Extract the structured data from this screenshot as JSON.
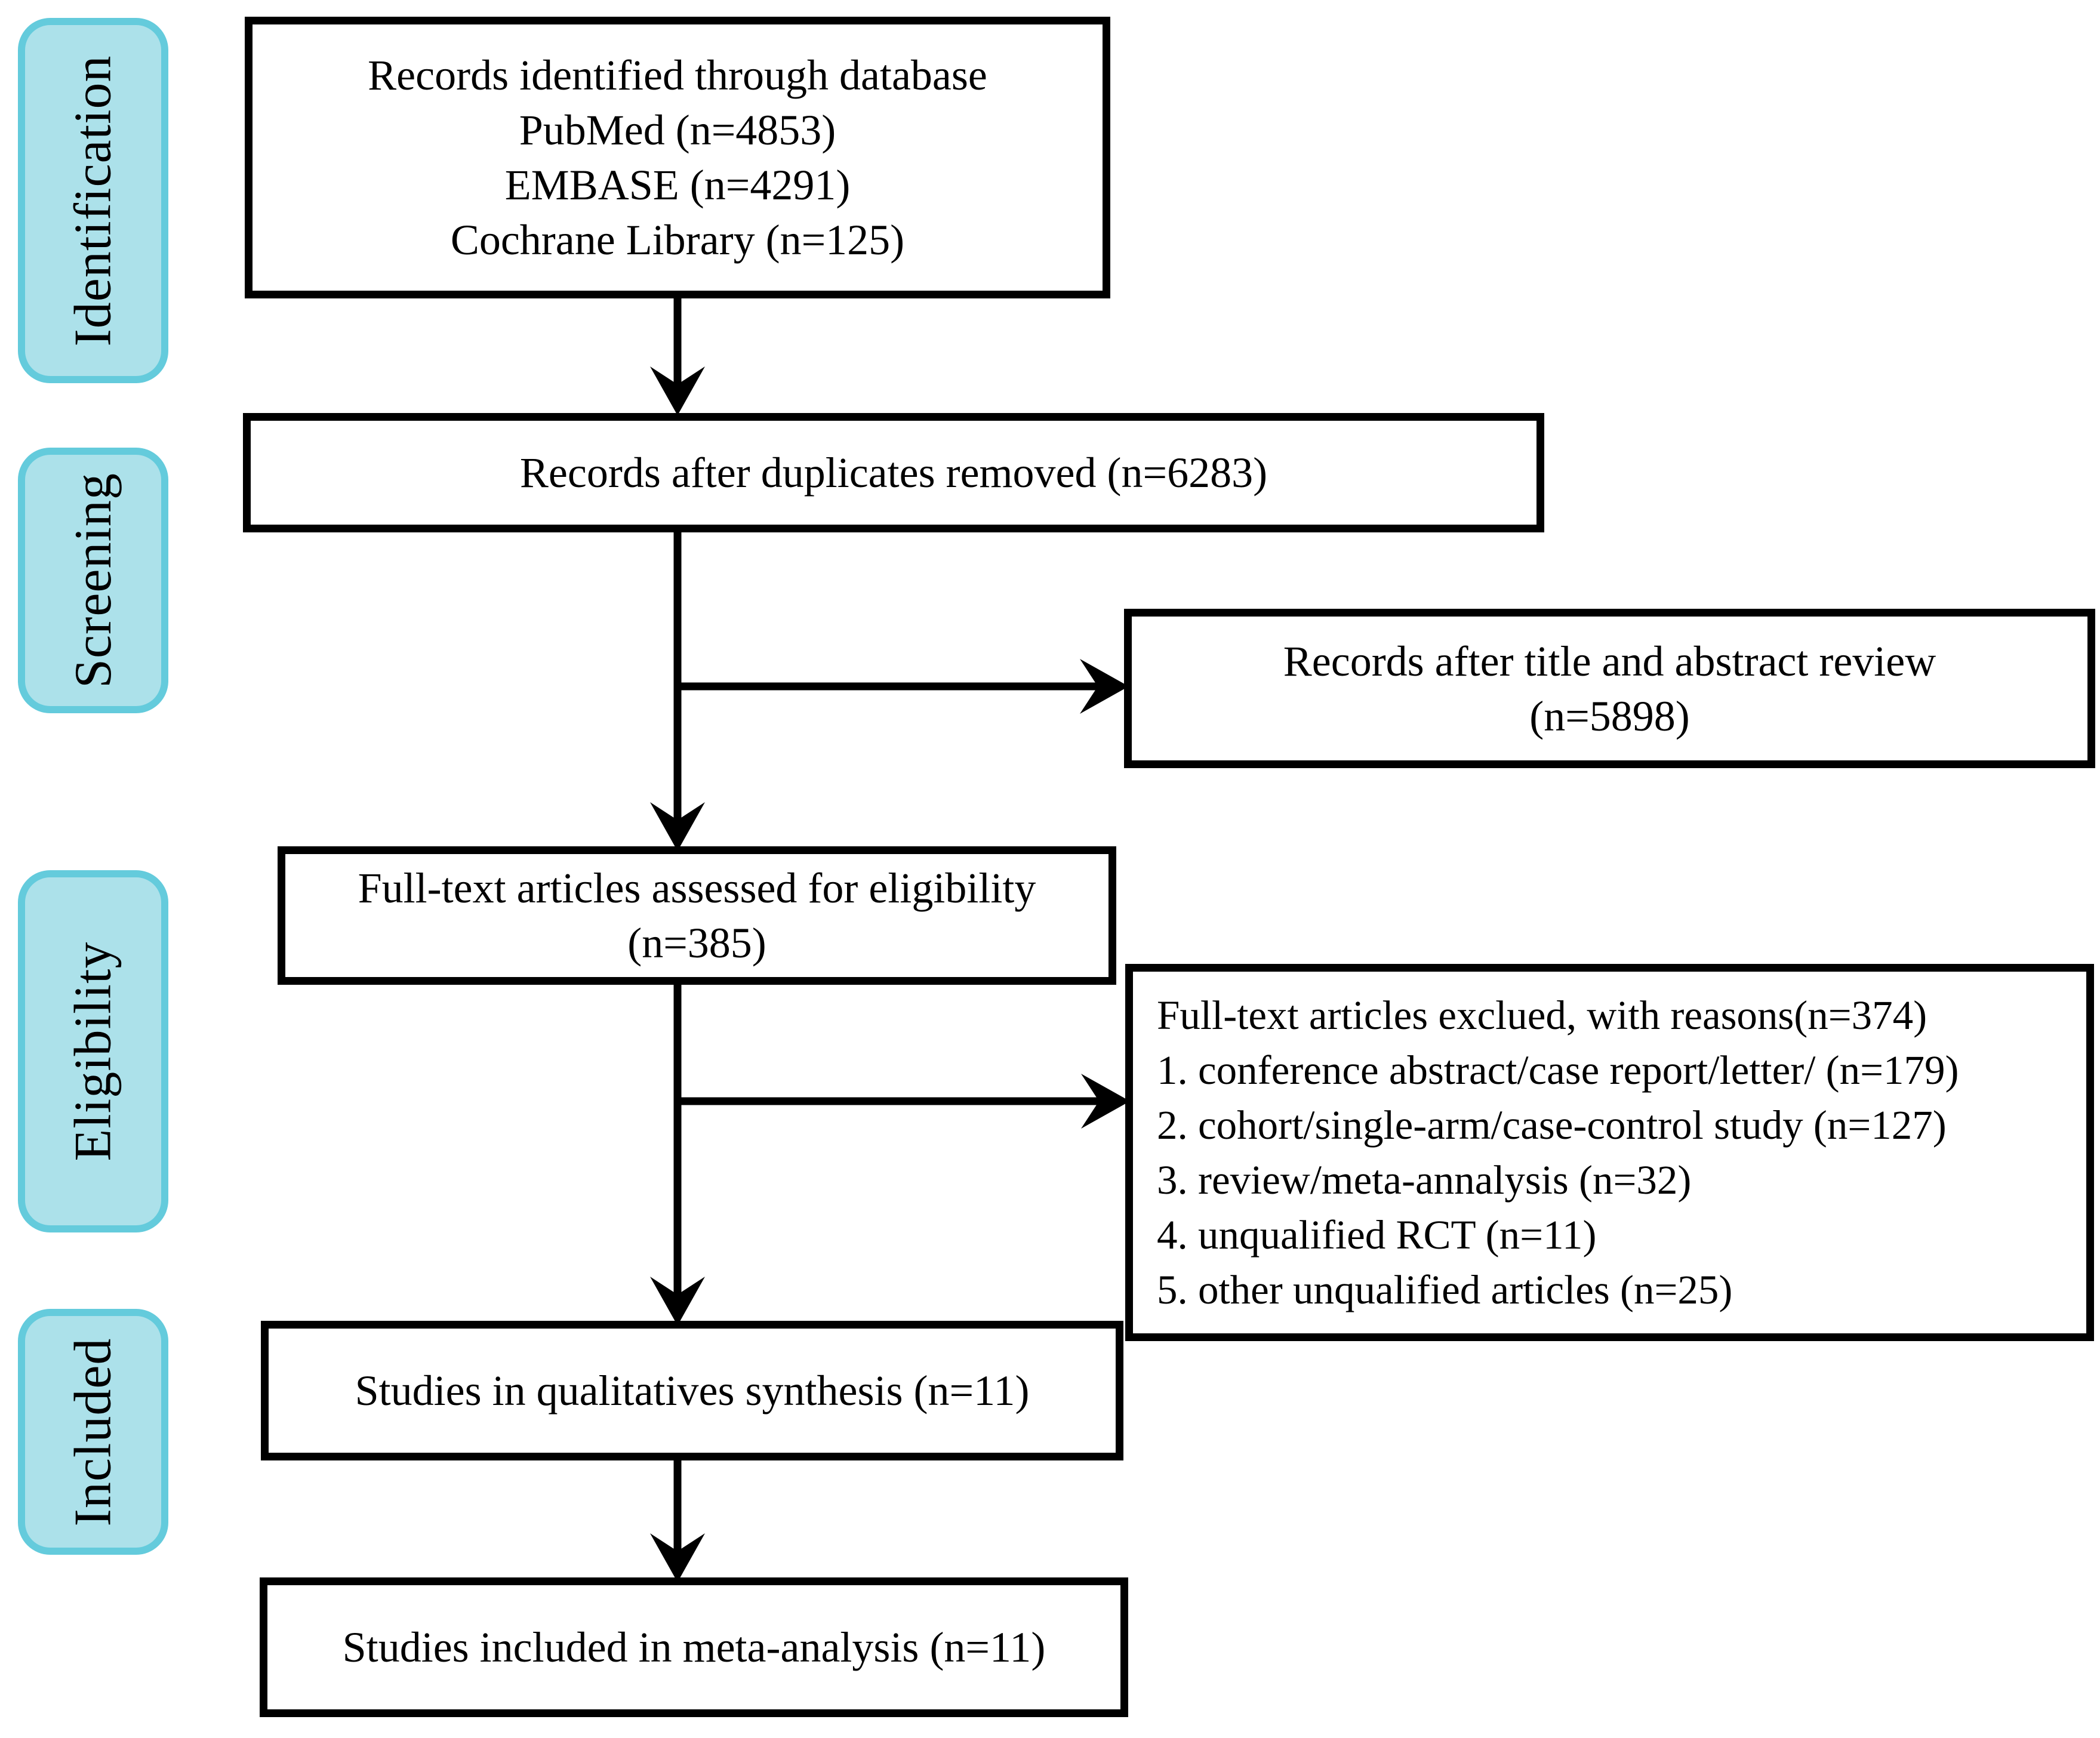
{
  "colors": {
    "sidebar-fill": "#ace1ea",
    "sidebar-border": "#64cbdc",
    "box-border": "#000000",
    "arrow": "#000000",
    "text": "#000000",
    "background": "#ffffff"
  },
  "sidebar": {
    "stages": [
      {
        "label": "Identification"
      },
      {
        "label": "Screening"
      },
      {
        "label": "Eligibility"
      },
      {
        "label": "Included"
      }
    ]
  },
  "boxes": {
    "identification": {
      "lines": [
        "Records identified through database",
        "PubMed (n=4853)",
        "EMBASE (n=4291)",
        "Cochrane Library (n=125)"
      ]
    },
    "duplicates": {
      "text": "Records after duplicates removed (n=6283)"
    },
    "title_abstract": {
      "lines": [
        "Records after title and abstract review",
        "(n=5898)"
      ]
    },
    "fulltext": {
      "lines": [
        "Full-text articles assessed for eligibility",
        "(n=385)"
      ]
    },
    "excluded": {
      "lines": [
        "Full-text articles exclued, with reasons(n=374)",
        "1. conference abstract/case report/letter/ (n=179)",
        "2. cohort/single-arm/case-control study (n=127)",
        "3. review/meta-annalysis (n=32)",
        "4. unqualified RCT (n=11)",
        "5. other unqualified articles (n=25)"
      ]
    },
    "qualitative": {
      "text": "Studies in qualitatives synthesis (n=11)"
    },
    "meta": {
      "text": "Studies included in meta-analysis (n=11)"
    }
  }
}
